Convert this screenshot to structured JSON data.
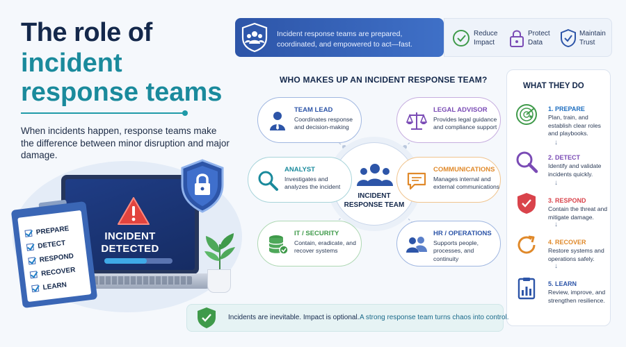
{
  "title": {
    "line1": "The role of",
    "line2": "incident",
    "line3": "response teams"
  },
  "intro": "When incidents happen, response teams make the difference between minor disruption and major damage.",
  "illustration": {
    "screen_text_1": "INCIDENT",
    "screen_text_2": "DETECTED",
    "checklist": [
      "PREPARE",
      "DETECT",
      "RESPOND",
      "RECOVER",
      "LEARN"
    ]
  },
  "banner": {
    "text": "Incident response teams are prepared, coordinated, and empowered to act—fast.",
    "benefits": [
      {
        "label_1": "Reduce",
        "label_2": "Impact",
        "icon": "clock-check-icon"
      },
      {
        "label_1": "Protect",
        "label_2": "Data",
        "icon": "lock-icon"
      },
      {
        "label_1": "Maintain",
        "label_2": "Trust",
        "icon": "shield-check-icon"
      }
    ]
  },
  "team": {
    "heading": "WHO MAKES UP AN INCIDENT RESPONSE TEAM?",
    "hub_label_1": "INCIDENT",
    "hub_label_2": "RESPONSE TEAM",
    "members": [
      {
        "title": "TEAM LEAD",
        "desc": "Coordinates response and decision-making",
        "color": "#2d55a8",
        "icon": "person-icon"
      },
      {
        "title": "LEGAL ADVISOR",
        "desc": "Provides legal guidance and compliance support",
        "color": "#7a4bb5",
        "icon": "scales-icon"
      },
      {
        "title": "ANALYST",
        "desc": "Investigates and analyzes the incident",
        "color": "#1a8a9c",
        "icon": "magnifier-icon"
      },
      {
        "title": "COMMUNICATIONS",
        "desc": "Manages internal and external communications",
        "color": "#e0892a",
        "icon": "chat-bubble-icon"
      },
      {
        "title": "IT / SECURITY",
        "desc": "Contain, eradicate, and recover systems",
        "color": "#3f9a4a",
        "icon": "server-icon"
      },
      {
        "title": "HR / OPERATIONS",
        "desc": "Supports people, processes, and continuity",
        "color": "#2d55a8",
        "icon": "people-icon"
      }
    ]
  },
  "steps": {
    "heading": "WHAT THEY DO",
    "items": [
      {
        "title": "1. PREPARE",
        "desc": "Plan, train, and establish clear roles and playbooks.",
        "icon": "radar-icon",
        "color": "#3f9a4a"
      },
      {
        "title": "2. DETECT",
        "desc": "Identify and validate incidents quickly.",
        "icon": "magnifier-icon",
        "color": "#7a4bb5"
      },
      {
        "title": "3. RESPOND",
        "desc": "Contain the threat and mitigate damage.",
        "icon": "shield-check-icon",
        "color": "#d9434b"
      },
      {
        "title": "4. RECOVER",
        "desc": "Restore systems and operations safely.",
        "icon": "refresh-icon",
        "color": "#e0892a"
      },
      {
        "title": "5. LEARN",
        "desc": "Review, improve, and strengthen resilience.",
        "icon": "report-icon",
        "color": "#2d55a8"
      }
    ]
  },
  "footer": {
    "text_1": "Incidents are inevitable. Impact is optional.",
    "text_2": "A strong response team turns chaos into control."
  },
  "colors": {
    "navy": "#14284b",
    "teal": "#1a8a9c",
    "blue": "#2d55a8"
  }
}
